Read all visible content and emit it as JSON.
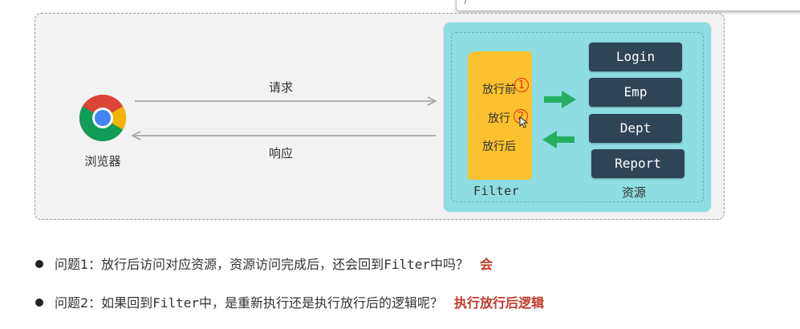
{
  "diagram": {
    "browser_label": "浏览器",
    "request_label": "请求",
    "response_label": "响应",
    "filter": {
      "items": [
        "放行前",
        "放行",
        "放行后"
      ],
      "markers": [
        "1",
        "2"
      ],
      "label": "Filter"
    },
    "resources": {
      "buttons": [
        "Login",
        "Emp",
        "Dept",
        "Report"
      ],
      "label": "资源"
    },
    "colors": {
      "panel_bg": "#f2f2f2",
      "teal": "#8ddde3",
      "filter_yellow": "#fcc12e",
      "resource_dark": "#2e4457",
      "green_arrow": "#27ae60",
      "answer_red": "#c0392b"
    }
  },
  "corner_tab": {
    "text": ")"
  },
  "questions": [
    {
      "prefix": "问题1：放行后访问对应资源，资源访问完成后，还会回到",
      "code": "Filter",
      "suffix": "中吗？",
      "answer": "会"
    },
    {
      "prefix": "问题2：如果回到",
      "code": "Filter",
      "suffix": "中，是重新执行还是执行放行后的逻辑呢？",
      "answer": "执行放行后逻辑"
    }
  ]
}
